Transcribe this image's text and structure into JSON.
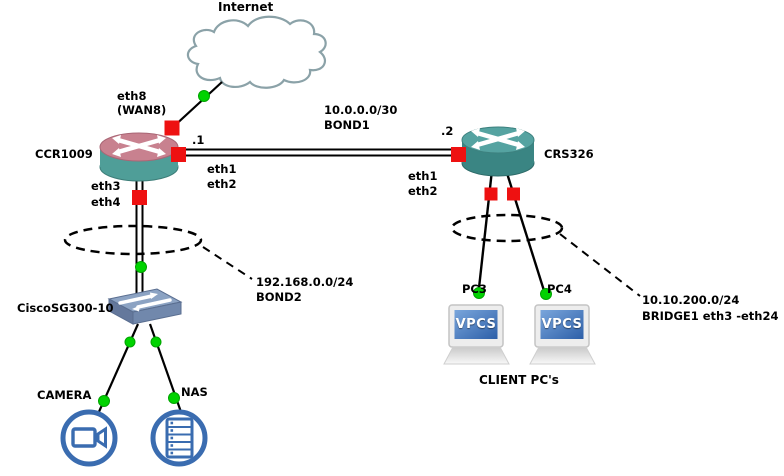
{
  "cloud": {
    "label": "Internet"
  },
  "routers": {
    "ccr1009": {
      "name": "CCR1009",
      "wan_interface": "eth8",
      "wan_alias": "(WAN8)",
      "bond1_address": ".1",
      "bond1_interface_1": "eth1",
      "bond1_interface_2": "eth2",
      "lan_interface_1": "eth3",
      "lan_interface_2": "eth4"
    },
    "crs326": {
      "name": "CRS326",
      "bond1_address": ".2",
      "bond1_interface_1": "eth1",
      "bond1_interface_2": "eth2"
    }
  },
  "networks": {
    "bond1": {
      "subnet": "10.0.0.0/30",
      "label": "BOND1"
    },
    "bond2": {
      "subnet": "192.168.0.0/24",
      "label": "BOND2"
    },
    "bridge1": {
      "subnet": "10.10.200.0/24",
      "label": "BRIDGE1 eth3 -eth24"
    }
  },
  "switch": {
    "name": "CiscoSG300-10"
  },
  "devices": {
    "camera": {
      "label": "CAMERA"
    },
    "nas": {
      "label": "NAS"
    },
    "pc3": {
      "label": "PC3",
      "screen_text": "VPCS"
    },
    "pc4": {
      "label": "PC4",
      "screen_text": "VPCS"
    }
  },
  "captions": {
    "client_pcs": "CLIENT PC's"
  },
  "colors": {
    "interface_marker_red": "#ee1111",
    "connection_dot_green": "#00d300",
    "device_icon_blue": "#3a6cb0",
    "cloud_outline": "#8ba2a8",
    "router_ccr_top_pink": "#c8818f",
    "router_body_teal": "#4f9e98",
    "crs_top_teal": "#55a3a1",
    "crs_body_teal": "#3a8583",
    "switch_blue_gray": "#8ca3c3"
  }
}
